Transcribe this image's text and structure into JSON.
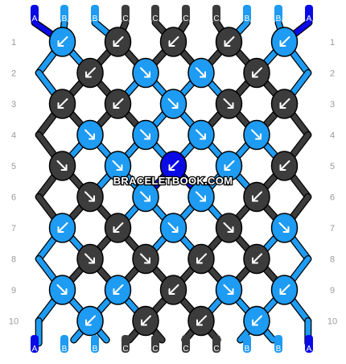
{
  "pattern": {
    "watermark": "BRACELETBOOK.COM",
    "colors": {
      "A": "#0a0ae6",
      "B": "#1e9bf2",
      "C": "#3c3c3c"
    },
    "strand_letters": [
      "A",
      "B",
      "B",
      "C",
      "C",
      "C",
      "C",
      "B",
      "B",
      "A"
    ],
    "row_numbers": [
      "1",
      "2",
      "3",
      "4",
      "5",
      "6",
      "7",
      "8",
      "9",
      "10"
    ],
    "rows": [
      [
        "B",
        "C",
        "C",
        "C",
        "B"
      ],
      [
        "C",
        "B",
        "B",
        "C"
      ],
      [
        "C",
        "C",
        "B",
        "C",
        "C"
      ],
      [
        "B",
        "B",
        "B",
        "B"
      ],
      [
        "C",
        "B",
        "A",
        "B",
        "C"
      ],
      [
        "C",
        "B",
        "B",
        "C"
      ],
      [
        "B",
        "C",
        "B",
        "C",
        "B"
      ],
      [
        "C",
        "C",
        "C",
        "C"
      ],
      [
        "B",
        "B",
        "C",
        "B",
        "B"
      ],
      [
        "B",
        "C",
        "C",
        "B"
      ]
    ],
    "knot_icons": [
      [
        "sw",
        "sw",
        "sw",
        "sw",
        "sw"
      ],
      [
        "sw",
        "se",
        "se",
        "sw"
      ],
      [
        "sw",
        "sw",
        "se",
        "se",
        "sw"
      ],
      [
        "se",
        "se",
        "se",
        "se"
      ],
      [
        "se",
        "se",
        "sw",
        "sw",
        "sw"
      ],
      [
        "se",
        "se",
        "se",
        "sw"
      ],
      [
        "sw",
        "sw",
        "se",
        "se",
        "se"
      ],
      [
        "se",
        "se",
        "sw",
        "sw"
      ],
      [
        "se",
        "sw",
        "sw",
        "se",
        "sw"
      ],
      [
        "sw",
        "sw",
        "sw",
        "sw"
      ]
    ]
  }
}
